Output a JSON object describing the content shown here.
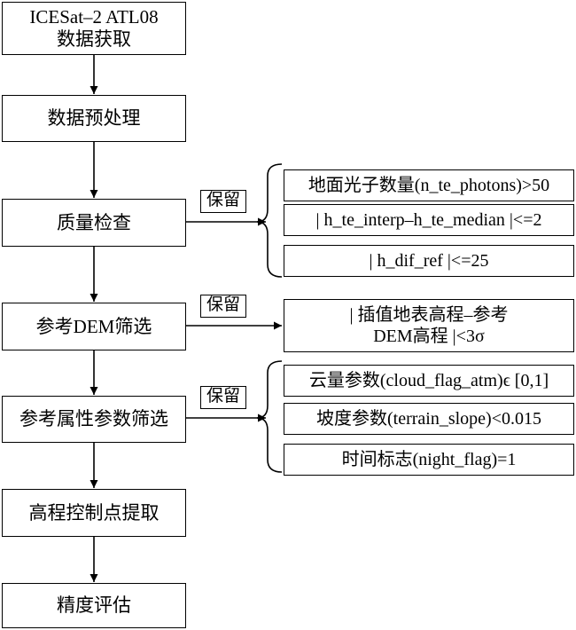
{
  "steps": [
    {
      "lines": [
        "ICESat–2 ATL08",
        "数据获取"
      ]
    },
    {
      "lines": [
        "数据预处理"
      ]
    },
    {
      "lines": [
        "质量检查"
      ]
    },
    {
      "lines": [
        "参考DEM筛选"
      ]
    },
    {
      "lines": [
        "参考属性参数筛选"
      ]
    },
    {
      "lines": [
        "高程控制点提取"
      ]
    },
    {
      "lines": [
        "精度评估"
      ]
    }
  ],
  "keep_label": "保留",
  "groups": {
    "quality": [
      "地面光子数量(n_te_photons)>50",
      "| h_te_interp–h_te_median |<=2",
      "| h_dif_ref |<=25"
    ],
    "dem": [
      "| 插值地表高程–参考",
      "DEM高程 |<3σ"
    ],
    "attribute": [
      "云量参数(cloud_flag_atm)ϵ [0,1]",
      "坡度参数(terrain_slope)<0.015",
      "时间标志(night_flag)=1"
    ]
  }
}
